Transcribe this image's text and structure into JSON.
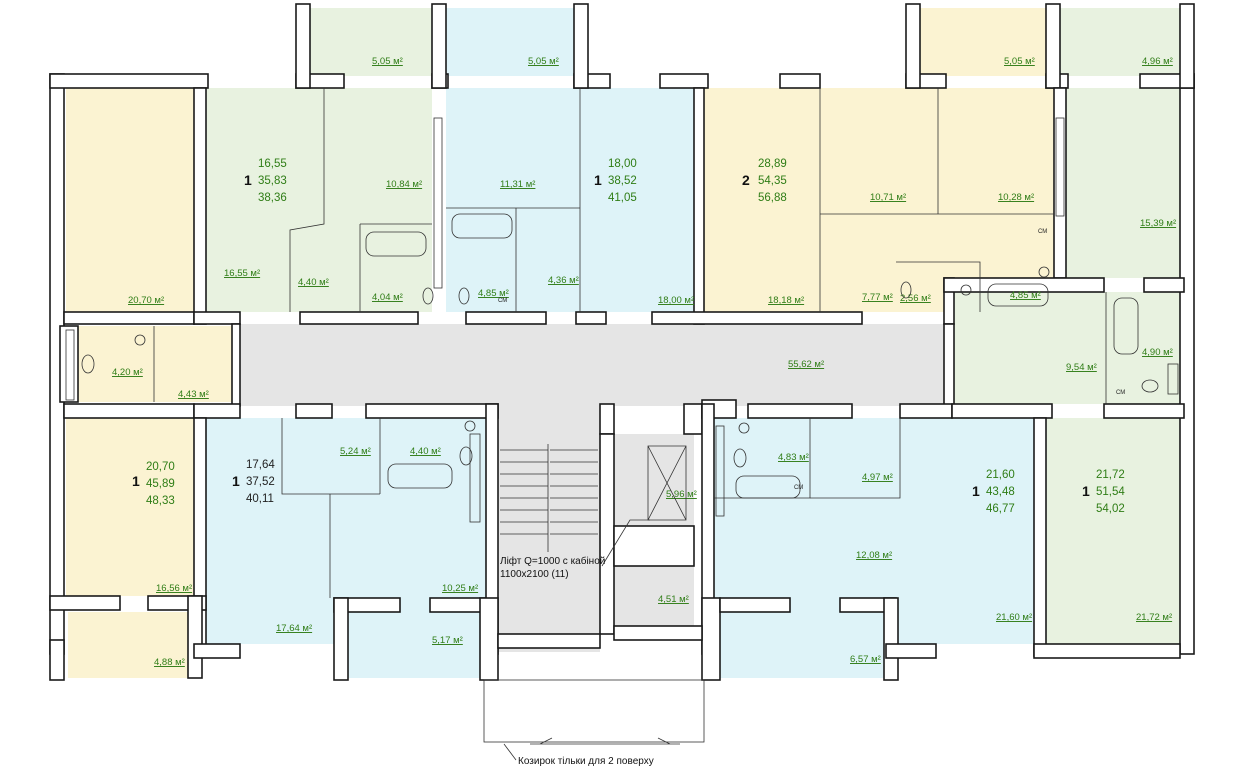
{
  "colors": {
    "yellow": "#fbf3d2",
    "green": "#e8f2e0",
    "blue": "#def3f8",
    "gray": "#e5e5e5",
    "wall": "#ffffff",
    "area_text": "#2f7d16"
  },
  "rooms": [
    {
      "id": "r1",
      "fill": "yellow",
      "area": "20,70 м²"
    },
    {
      "id": "r2",
      "fill": "green",
      "area": "16,55 м²"
    },
    {
      "id": "r3",
      "fill": "green",
      "area": "10,84 м²"
    },
    {
      "id": "r4",
      "fill": "green",
      "area": "4,40 м²"
    },
    {
      "id": "r5",
      "fill": "green",
      "area": "4,04 м²"
    },
    {
      "id": "r6",
      "fill": "green",
      "area": "5,05 м²"
    },
    {
      "id": "r7",
      "fill": "blue",
      "area": "5,05 м²"
    },
    {
      "id": "r8",
      "fill": "blue",
      "area": "11,31 м²"
    },
    {
      "id": "r9",
      "fill": "blue",
      "area": "4,85 м²"
    },
    {
      "id": "r10",
      "fill": "blue",
      "area": "4,36 м²"
    },
    {
      "id": "r11",
      "fill": "blue",
      "area": "18,00 м²"
    },
    {
      "id": "r12",
      "fill": "yellow",
      "area": "18,18 м²"
    },
    {
      "id": "r13",
      "fill": "yellow",
      "area": "10,71 м²"
    },
    {
      "id": "r14",
      "fill": "yellow",
      "area": "10,28 м²"
    },
    {
      "id": "r15",
      "fill": "yellow",
      "area": "7,77 м²"
    },
    {
      "id": "r16",
      "fill": "yellow",
      "area": "2,56 м²"
    },
    {
      "id": "r17",
      "fill": "yellow",
      "area": "4,85 м²"
    },
    {
      "id": "r18",
      "fill": "yellow",
      "area": "5,05 м²"
    },
    {
      "id": "r19",
      "fill": "green",
      "area": "4,96 м²"
    },
    {
      "id": "r20",
      "fill": "green",
      "area": "15,39 м²"
    },
    {
      "id": "r21",
      "fill": "green",
      "area": "4,90 м²"
    },
    {
      "id": "r22",
      "fill": "green",
      "area": "9,54 м²"
    },
    {
      "id": "r23",
      "fill": "yellow",
      "area": "4,20 м²"
    },
    {
      "id": "r24",
      "fill": "yellow",
      "area": "4,43 м²"
    },
    {
      "id": "r25",
      "fill": "yellow",
      "area": "16,56 м²"
    },
    {
      "id": "r26",
      "fill": "yellow",
      "area": "4,88 м²"
    },
    {
      "id": "r27",
      "fill": "blue",
      "area": "17,64 м²"
    },
    {
      "id": "r28",
      "fill": "blue",
      "area": "5,24 м²"
    },
    {
      "id": "r29",
      "fill": "blue",
      "area": "4,40 м²"
    },
    {
      "id": "r30",
      "fill": "blue",
      "area": "10,25 м²"
    },
    {
      "id": "r31",
      "fill": "blue",
      "area": "5,17 м²"
    },
    {
      "id": "r32",
      "fill": "gray",
      "area": "5,96 м²"
    },
    {
      "id": "r33",
      "fill": "gray",
      "area": "4,51 м²"
    },
    {
      "id": "r34",
      "fill": "blue",
      "area": "4,83 м²"
    },
    {
      "id": "r35",
      "fill": "blue",
      "area": "4,97 м²"
    },
    {
      "id": "r36",
      "fill": "blue",
      "area": "12,08 м²"
    },
    {
      "id": "r37",
      "fill": "blue",
      "area": "21,60 м²"
    },
    {
      "id": "r38",
      "fill": "blue",
      "area": "6,57 м²"
    },
    {
      "id": "r39",
      "fill": "green",
      "area": "21,72 м²"
    },
    {
      "id": "r40",
      "fill": "gray",
      "area": "55,62 м²"
    }
  ],
  "units": [
    {
      "rooms": "1",
      "living": "16,55",
      "total": "35,83",
      "gross": "38,36",
      "params_color": "area"
    },
    {
      "rooms": "1",
      "living": "18,00",
      "total": "38,52",
      "gross": "41,05",
      "params_color": "area"
    },
    {
      "rooms": "2",
      "living": "28,89",
      "total": "54,35",
      "gross": "56,88",
      "params_color": "area"
    },
    {
      "rooms": "1",
      "living": "20,70",
      "total": "45,89",
      "gross": "48,33",
      "params_color": "area"
    },
    {
      "rooms": "1",
      "living": "17,64",
      "total": "37,52",
      "gross": "40,11",
      "params_color": "dark"
    },
    {
      "rooms": "1",
      "living": "21,60",
      "total": "43,48",
      "gross": "46,77",
      "params_color": "area"
    },
    {
      "rooms": "1",
      "living": "21,72",
      "total": "51,54",
      "gross": "54,02",
      "params_color": "area"
    }
  ],
  "labels": {
    "lift_line1": "Ліфт Q=1000 с кабіной",
    "lift_line2": "1100x2100  (11)",
    "canopy": "Козирок тільки для 2 поверху",
    "cm": "СМ"
  }
}
